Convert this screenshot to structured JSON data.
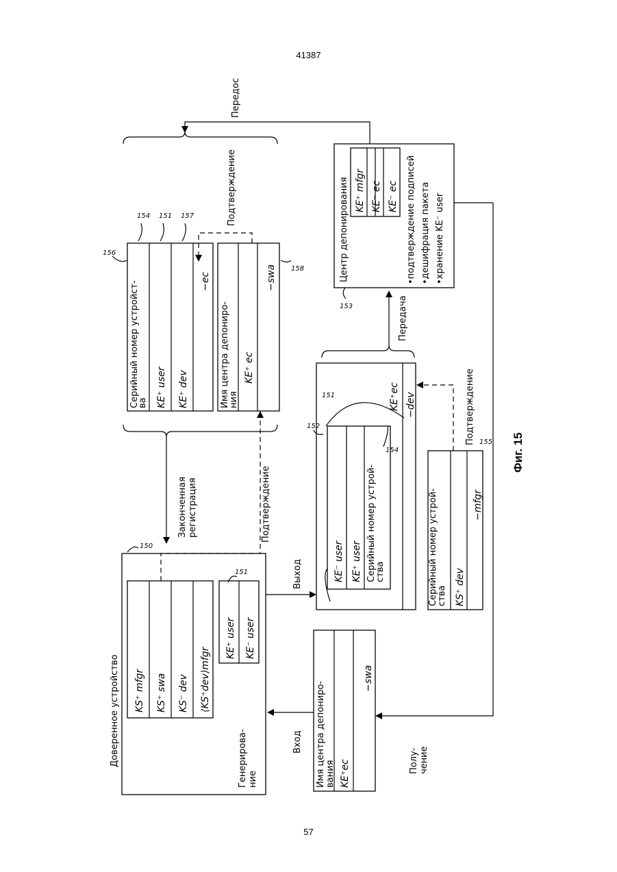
{
  "header": {
    "page_id": "41387"
  },
  "footer": {
    "page_number": "57"
  },
  "figure": {
    "caption": "Фиг. 15"
  },
  "device": {
    "title": "Доверенное устройство",
    "ref": "150",
    "keys1": [
      "KS⁺ mfgr",
      "KS⁺ swa",
      "KS⁻ dev",
      "⟨KS⁺dev⟩mfgr"
    ],
    "keys2_ref": "151",
    "keys2": [
      "KE⁺ user",
      "KE⁻ user"
    ],
    "gen_label": "Генерирова-\nние"
  },
  "input_packet": {
    "head": "Имя центра депониро-\nвания",
    "line": "KE⁺ec",
    "sig": "−swa"
  },
  "arrows": {
    "vhod": "Вход",
    "vyhod": "Выход",
    "poluchenie": "Полу-\nчение",
    "zakonch": "Законченная\nрегистрация",
    "podtv_bottom": "Подтверждение",
    "podtv_top": "Подтверждение",
    "podtv_right": "Подтверждение",
    "peredacha": "Передача",
    "peredacha_top": "Передос"
  },
  "reg_block": {
    "ref_outer": "156",
    "ref_b": "158",
    "cert1": [
      "Серийный номер устройст-\nва",
      "KE⁺ user",
      "KE⁺ dev",
      "−ec"
    ],
    "cert1_refs": [
      "154",
      "151",
      "157"
    ],
    "cert2": [
      "Имя центра депониро-\nвания",
      "KE⁺ ec",
      "−swa"
    ]
  },
  "out_packet": {
    "ref_outer": "152",
    "ref_a": "151",
    "ref_b": "154",
    "inner": [
      "KE⁻ user",
      "KE⁺ user",
      "Серийный номер устрой-\nства"
    ],
    "ke_ec": "KE⁺ec",
    "sig": "−dev"
  },
  "mfgr_cert": {
    "ref": "155",
    "head": "Серийный номер устрой-\nства",
    "key": "KS⁺ dev",
    "sig": "−mfgr"
  },
  "escrow": {
    "ref": "153",
    "title": "Центр депонирования",
    "keys": [
      "KE⁺ mfgr",
      "KE⁻ ec",
      "KE⁻ ec"
    ],
    "bullets": [
      "•подтверждение подписей",
      "•дешифрация пакета",
      "•хранение KE⁻ user"
    ]
  }
}
